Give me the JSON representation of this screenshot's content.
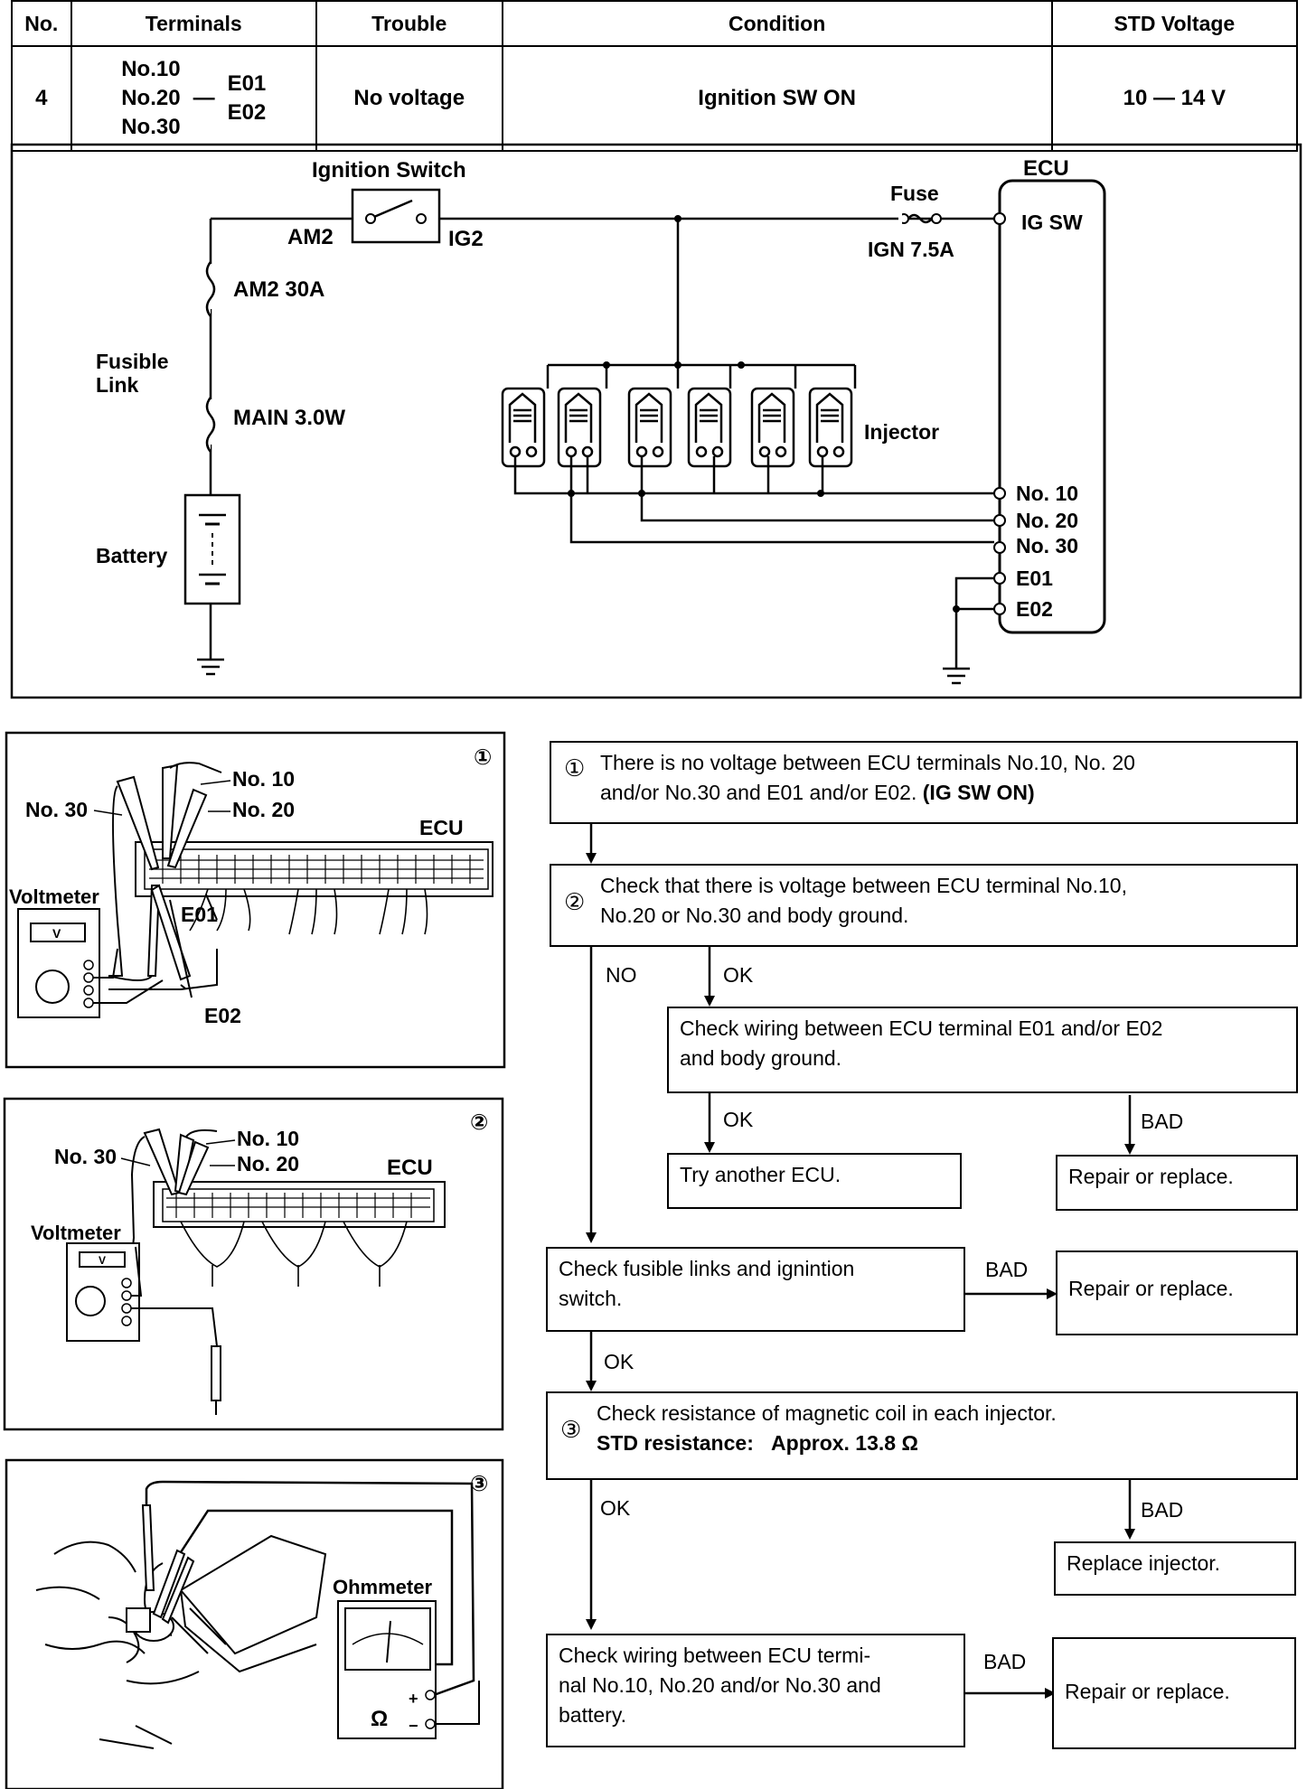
{
  "table": {
    "headers": [
      "No.",
      "Terminals",
      "Trouble",
      "Condition",
      "STD Voltage"
    ],
    "row": {
      "no": "4",
      "terminals_left": [
        "No.10",
        "No.20",
        "No.30"
      ],
      "dash": "—",
      "terminals_right": [
        "E01",
        "E02"
      ],
      "trouble": "No voltage",
      "condition": "Ignition SW ON",
      "std_voltage": "10 — 14 V"
    }
  },
  "circuit": {
    "ignition_switch": "Ignition Switch",
    "am2": "AM2",
    "ig2": "IG2",
    "fuse": "Fuse",
    "ign_fuse": "IGN 7.5A",
    "ecu": "ECU",
    "ig_sw": "IG SW",
    "am2_fuse": "AM2 30A",
    "fusible": "Fusible",
    "link": "Link",
    "main_fuse": "MAIN 3.0W",
    "battery": "Battery",
    "injector": "Injector",
    "ecu_terminals": [
      "No. 10",
      "No. 20",
      "No. 30",
      "E01",
      "E02"
    ]
  },
  "figures": {
    "fig1": {
      "num": "①",
      "no10": "No. 10",
      "no20": "No. 20",
      "no30": "No. 30",
      "ecu": "ECU",
      "voltmeter": "Voltmeter",
      "e01": "E01",
      "e02": "E02",
      "v": "V"
    },
    "fig2": {
      "num": "②",
      "no10": "No. 10",
      "no20": "No. 20",
      "no30": "No. 30",
      "ecu": "ECU",
      "voltmeter": "Voltmeter",
      "v": "V"
    },
    "fig3": {
      "num": "③",
      "ohmmeter": "Ohmmeter",
      "omega": "Ω",
      "plus": "+",
      "minus": "−"
    }
  },
  "flow": {
    "step1": {
      "mark": "①",
      "line1": "There is no voltage between ECU terminals No.10, No. 20",
      "line2": "and/or No.30 and E01 and/or E02.",
      "line2_bold": "(IG SW ON)"
    },
    "step2": {
      "mark": "②",
      "line1": "Check that there is voltage between ECU terminal No.10,",
      "line2": "No.20 or No.30 and body ground."
    },
    "no": "NO",
    "ok": "OK",
    "bad": "BAD",
    "wiring_ground": {
      "line1": "Check wiring between ECU terminal E01 and/or E02",
      "line2": "and body ground."
    },
    "try_ecu": "Try another ECU.",
    "repair": "Repair or replace.",
    "fusible": {
      "line1": "Check fusible links and ignintion",
      "line2": "switch."
    },
    "step3": {
      "mark": "③",
      "line1": "Check resistance of magnetic coil in each injector.",
      "std_label": "STD resistance:",
      "std_value": "Approx. 13.8 Ω"
    },
    "replace_injector": "Replace injector.",
    "wiring_battery": {
      "line1": "Check wiring between ECU termi-",
      "line2": "nal No.10, No.20 and/or No.30 and",
      "line3": "battery."
    }
  }
}
